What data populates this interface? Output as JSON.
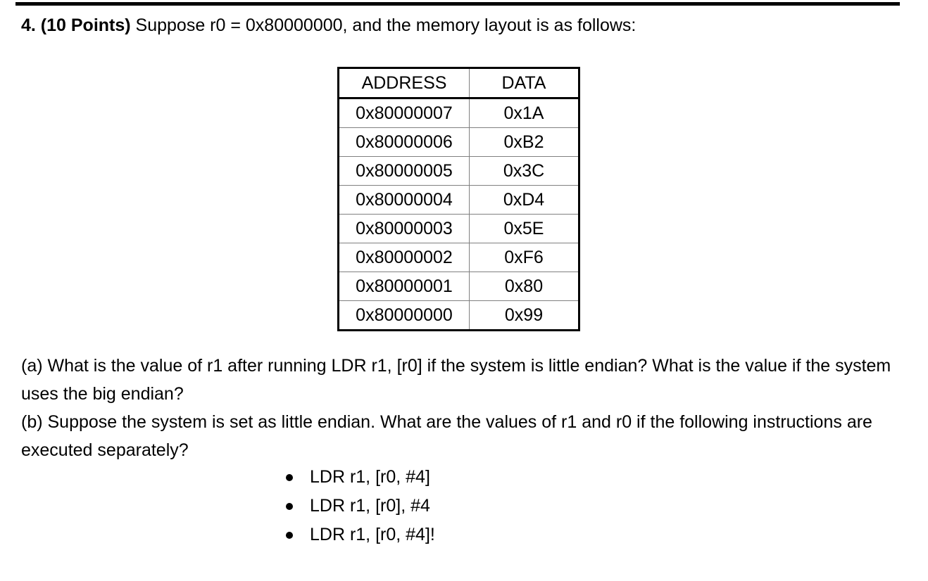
{
  "document": {
    "question_number_points": "4. (10 Points)",
    "question_stem": " Suppose r0 = 0x80000000, and the memory layout is as follows:",
    "part_a": "(a) What is the value of r1 after running LDR r1, [r0] if the system is little endian? What is the value if the system uses the big endian?",
    "part_b": "(b) Suppose the system is set as little endian. What are the values of r1 and r0 if the following instructions are executed separately?",
    "instructions": [
      "LDR r1, [r0, #4]",
      "LDR r1, [r0], #4",
      "LDR r1, [r0, #4]!"
    ]
  },
  "memory_table": {
    "headers": [
      "ADDRESS",
      "DATA"
    ],
    "rows": [
      {
        "address": "0x80000007",
        "data": "0x1A"
      },
      {
        "address": "0x80000006",
        "data": "0xB2"
      },
      {
        "address": "0x80000005",
        "data": "0x3C"
      },
      {
        "address": "0x80000004",
        "data": "0xD4"
      },
      {
        "address": "0x80000003",
        "data": "0x5E"
      },
      {
        "address": "0x80000002",
        "data": "0xF6"
      },
      {
        "address": "0x80000001",
        "data": "0x80"
      },
      {
        "address": "0x80000000",
        "data": "0x99"
      }
    ]
  },
  "colors": {
    "text": "#000000",
    "background": "#ffffff",
    "table_border_outer": "#000000",
    "table_border_inner": "#808080"
  }
}
